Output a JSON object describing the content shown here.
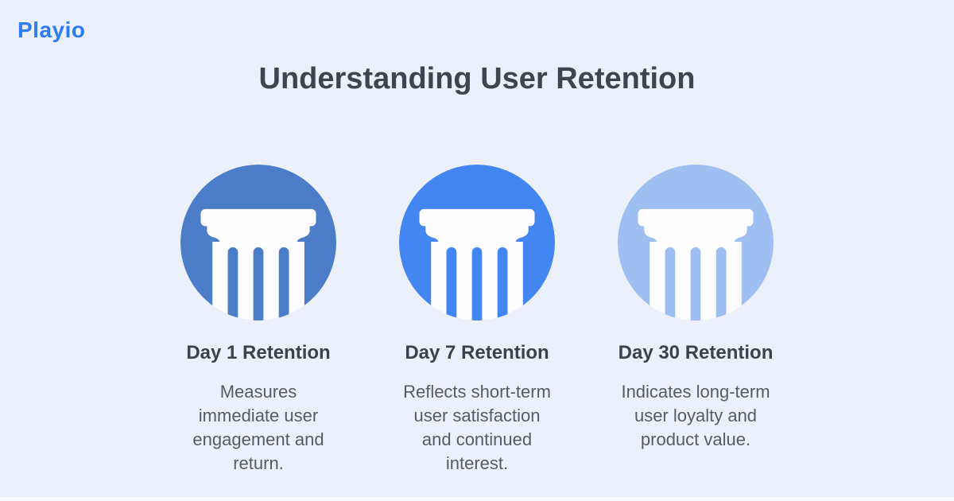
{
  "page": {
    "background_color": "#ebf0fb",
    "bottom_bar_color": "#fafcff"
  },
  "brand": {
    "name": "Playio",
    "color": "#2e7bf6"
  },
  "header": {
    "title": "Understanding User Retention"
  },
  "columns": [
    {
      "icon": "pillar-icon",
      "circle_color": "#4c7dc9",
      "pillar_color": "#fdfdff",
      "heading": "Day 1 Retention",
      "description": "Measures immediate user engagement and return."
    },
    {
      "icon": "pillar-icon",
      "circle_color": "#4386f2",
      "pillar_color": "#fdfdff",
      "heading": "Day 7 Retention",
      "description": "Reflects short-term user satisfaction and continued interest."
    },
    {
      "icon": "pillar-icon",
      "circle_color": "#9fbef2",
      "pillar_color": "#fdfdff",
      "heading": "Day 30 Retention",
      "description": "Indicates long-term user loyalty and product value."
    }
  ]
}
